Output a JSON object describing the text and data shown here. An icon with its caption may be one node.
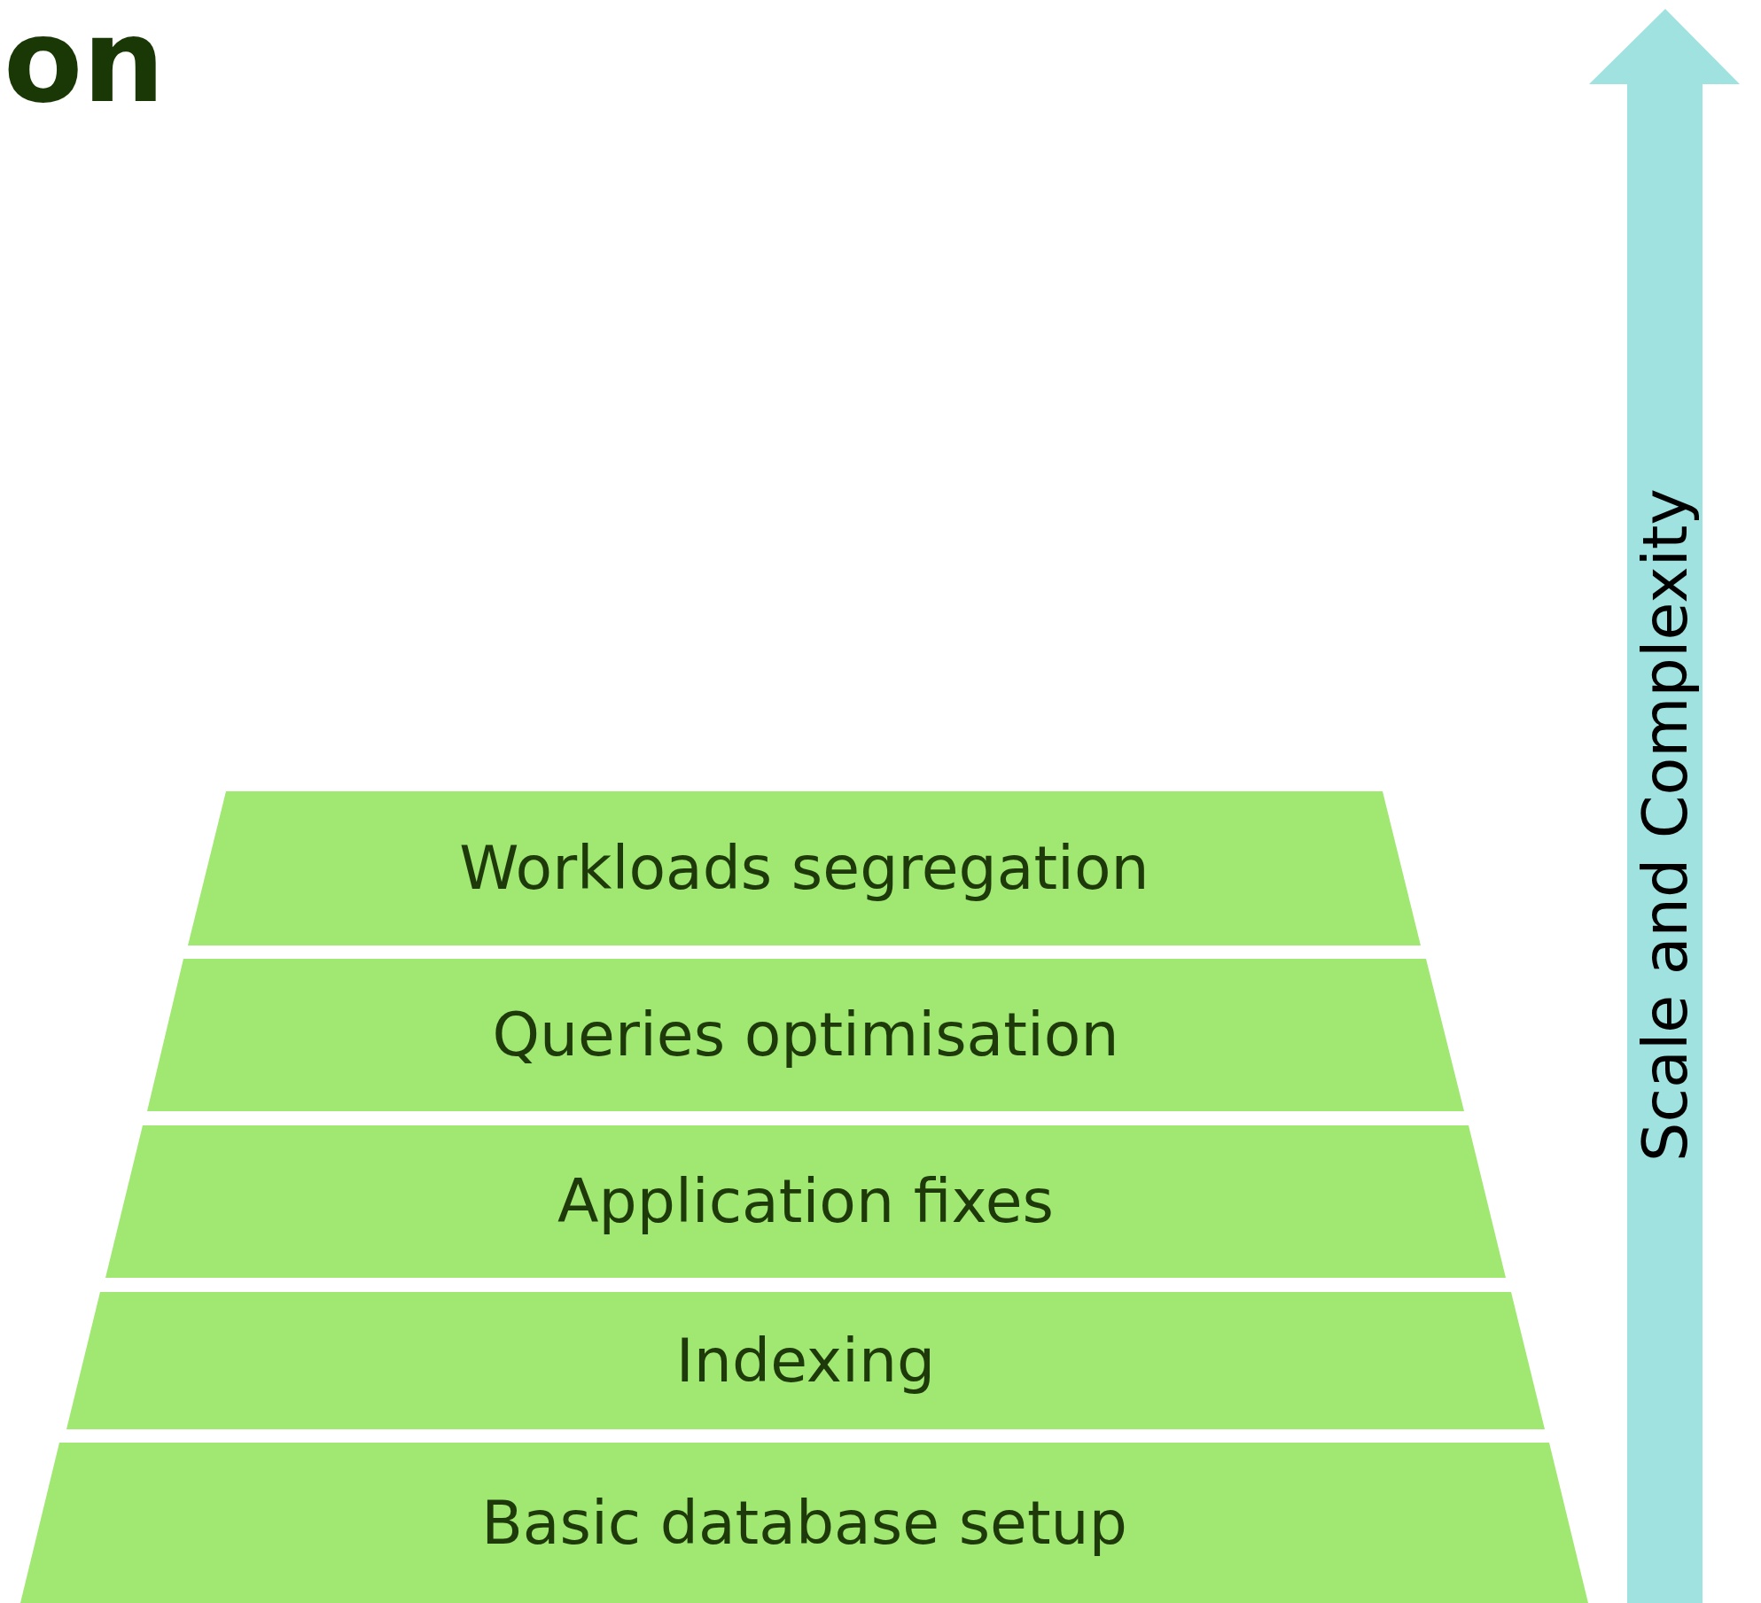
{
  "diagram": {
    "title": "on",
    "nodes": [
      {
        "text": [
          "Workloads segregation"
        ]
      },
      {
        "text": [
          "Queries optimisation"
        ]
      },
      {
        "text": [
          "Application fixes"
        ]
      },
      {
        "text": [
          "Indexing"
        ]
      },
      {
        "text": [
          "Basic database setup"
        ]
      }
    ],
    "labels": [
      "Scale and Complexity"
    ]
  }
}
